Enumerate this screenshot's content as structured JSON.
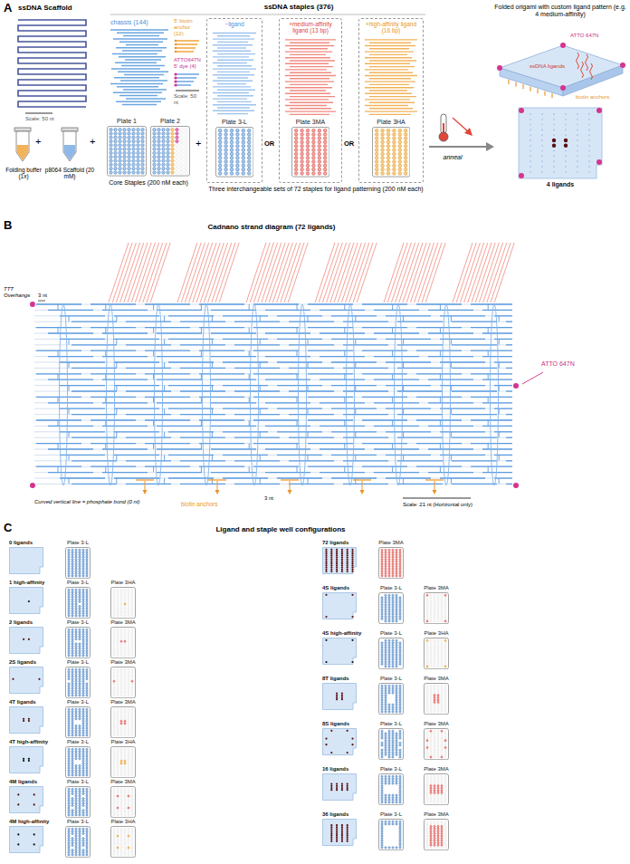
{
  "diagram": {
    "nodes": [
      {
        "text": [
          "Plate 1"
        ]
      },
      {
        "text": [
          "Plate 2"
        ]
      },
      {
        "text": [
          "−ligand"
        ]
      },
      {
        "text": [
          "Plate 3-L"
        ],
        "in": 2
      },
      {
        "text": [
          "+medium-affinity ligand (13 bp)"
        ]
      },
      {
        "text": [
          "Plate 3MA"
        ],
        "in": 4
      },
      {
        "text": [
          "+high-affinity ligand (16 bp)"
        ]
      },
      {
        "text": [
          "Plate 3HA"
        ],
        "in": 6
      },
      {
        "text": [
          "4 ligands"
        ]
      },
      {
        "text": [
          "0 ligands"
        ]
      },
      {
        "text": [
          "Plate 3-L"
        ]
      },
      {
        "text": [
          "72 ligands"
        ]
      },
      {
        "text": [
          "Plate 3MA"
        ]
      },
      {
        "text": [
          "1 high-affinity"
        ]
      },
      {
        "text": [
          "Plate 3-L"
        ]
      },
      {
        "text": [
          "Plate 3HA"
        ]
      },
      {
        "text": [
          "4S ligands"
        ]
      },
      {
        "text": [
          "Plate 3-L"
        ]
      },
      {
        "text": [
          "Plate 3MA"
        ]
      },
      {
        "text": [
          "2 ligands"
        ]
      },
      {
        "text": [
          "Plate 3-L"
        ]
      },
      {
        "text": [
          "Plate 3MA"
        ]
      },
      {
        "text": [
          "4S high-affinity"
        ]
      },
      {
        "text": [
          "Plate 3-L"
        ]
      },
      {
        "text": [
          "Plate 3HA"
        ]
      },
      {
        "text": [
          "2S ligands"
        ]
      },
      {
        "text": [
          "Plate 3-L"
        ]
      },
      {
        "text": [
          "Plate 3MA"
        ]
      },
      {
        "text": [
          "8T ligands"
        ]
      },
      {
        "text": [
          "Plate 3-L"
        ]
      },
      {
        "text": [
          "Plate 3MA"
        ]
      },
      {
        "text": [
          "4T ligands"
        ]
      },
      {
        "text": [
          "Plate 3-L"
        ]
      },
      {
        "text": [
          "Plate 3MA"
        ]
      },
      {
        "text": [
          "8S ligands"
        ]
      },
      {
        "text": [
          "Plate 3-L"
        ]
      },
      {
        "text": [
          "Plate 3MA"
        ]
      },
      {
        "text": [
          "4T high-affinity"
        ]
      },
      {
        "text": [
          "Plate 3-L"
        ]
      },
      {
        "text": [
          "Plate 3HA"
        ]
      },
      {
        "text": [
          "16 ligands"
        ]
      },
      {
        "text": [
          "Plate 3-L"
        ]
      },
      {
        "text": [
          "Plate 3MA"
        ]
      },
      {
        "text": [
          "4M ligands"
        ]
      },
      {
        "text": [
          "Plate 3-L"
        ]
      },
      {
        "text": [
          "Plate 3MA"
        ]
      },
      {
        "text": [
          "36 ligands"
        ]
      },
      {
        "text": [
          "Plate 3-L"
        ]
      },
      {
        "text": [
          "Plate 3MA"
        ]
      },
      {
        "text": [
          "4M high-affinity"
        ]
      },
      {
        "text": [
          "Plate 3-L"
        ]
      },
      {
        "text": [
          "Plate 3HA"
        ]
      }
    ],
    "labels": [
      "A",
      "ssDNA Scaffold",
      "Scale: 50 nt",
      "Folding buffer (1x)",
      "p8064 Scaffold (20 mM)",
      "+",
      "+",
      "ssDNA staples (376)",
      "chassis (144)",
      "5' biotin anchor (12)",
      "ATTO647N 5' dye (4)",
      "Scale: 50 nt",
      "Core Staples (200 nM each)",
      "+",
      "OR",
      "OR",
      "Three interchangeable sets of 72 staples for ligand patterning (200 nM each)",
      "anneal",
      "Folded origami with custom ligand pattern (e.g. 4 medium-affinity)",
      "ssDNA ligands",
      "ATTO 647N",
      "biotin anchors",
      "B",
      "Cadnano strand diagram (72 ligands)",
      "TTT Overhangs",
      "3 nt",
      "ATTO 647N",
      "Curved vertical line = phosphate bond (0 nt)",
      "biotin anchors",
      "3 nt",
      "Scale: 21 nt (Horizontal only)",
      "C",
      "Ligand and staple well configurations"
    ]
  }
}
